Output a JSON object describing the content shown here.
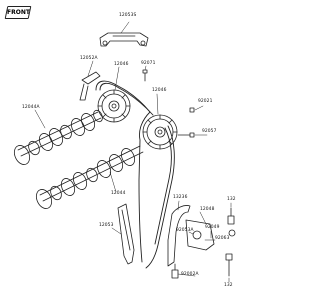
{
  "badge": "FRONT",
  "labels": {
    "p12053s": "12053S",
    "p12046_top": "12046",
    "p92071_top": "92071",
    "p12052a": "12052A",
    "p12046_mid": "12046",
    "p92021": "92021",
    "p12044a": "12044A",
    "p92057": "92057",
    "p12044": "12044",
    "p12053": "12053",
    "p13236": "13236",
    "p12048": "12048",
    "p132_top": "132",
    "p92053a": "92053A",
    "p92049": "92049",
    "p92063": "92063",
    "p92002a": "92002A",
    "p132_bot": "132"
  }
}
